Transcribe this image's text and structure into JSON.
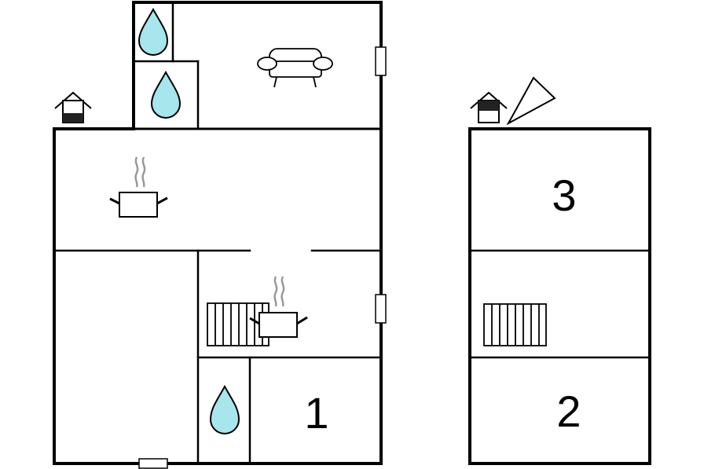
{
  "floor_plan": {
    "ground_floor": {
      "rooms": [
        {
          "label": "1"
        }
      ]
    },
    "upper_floor": {
      "rooms": [
        {
          "label": "3"
        },
        {
          "label": "2"
        }
      ]
    },
    "icons": [
      "house-entrance-icon",
      "water-drop-icon",
      "sofa-icon",
      "cooking-pot-icon",
      "staircase-icon",
      "north-arrow-icon"
    ],
    "colors": {
      "wall": "#000000",
      "water": "#a6e6ec",
      "steam": "#999999",
      "house_fill": "#222222"
    }
  }
}
